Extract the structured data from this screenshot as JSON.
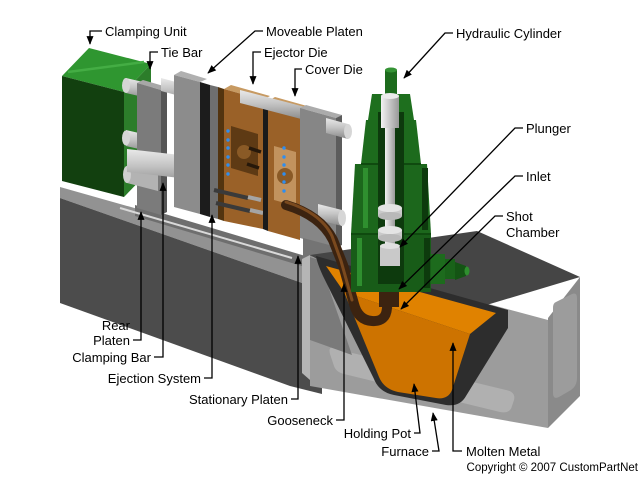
{
  "diagram": {
    "labels": {
      "clamping_unit": "Clamping Unit",
      "tie_bar": "Tie Bar",
      "moveable_platen": "Moveable Platen",
      "ejector_die": "Ejector Die",
      "cover_die": "Cover Die",
      "hydraulic_cylinder": "Hydraulic Cylinder",
      "plunger": "Plunger",
      "inlet": "Inlet",
      "shot_chamber": {
        "line1": "Shot",
        "line2": "Chamber"
      },
      "rear_platen": {
        "line1": "Rear",
        "line2": "Platen"
      },
      "clamping_bar": "Clamping Bar",
      "ejection_system": "Ejection System",
      "stationary_platen": "Stationary Platen",
      "gooseneck": "Gooseneck",
      "holding_pot": "Holding Pot",
      "furnace": "Furnace",
      "molten_metal": "Molten Metal"
    },
    "copyright": "Copyright © 2007 CustomPartNet",
    "colors": {
      "background": "#ffffff",
      "label_text": "#000000",
      "leader_line": "#000000",
      "clamping_unit_green_dark": "#12400f",
      "clamping_unit_green": "#2f9630",
      "hydraulic_green": "#1d6b1d",
      "steel_gray": "#8a8a8a",
      "base_dark_gray": "#4c4c4c",
      "die_brown": "#9a6128",
      "gooseneck_brown": "#3c2310",
      "molten_metal_orange": "#d87700",
      "ejector_pin_blue": "#2e8ef0"
    }
  }
}
